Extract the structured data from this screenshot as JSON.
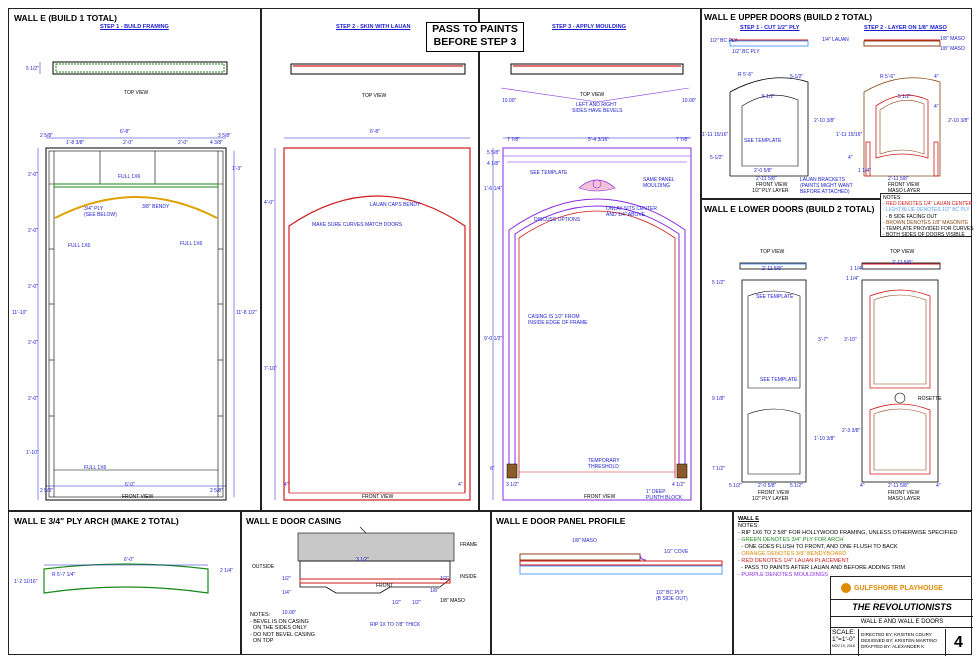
{
  "wall_e_build": {
    "title": "WALL E (BUILD 1 TOTAL)",
    "step1": "STEP 1 - BUILD FRAMING",
    "step2": "STEP 2 - SKIN WITH LAUAN",
    "step3": "STEP 3 - APPLY MOULDING",
    "callout": [
      "PASS TO PAINTS",
      "BEFORE STEP 3"
    ],
    "top_view": "TOP VIEW",
    "front_view": "FRONT VIEW",
    "dims": {
      "d_5_half": "5 1/2\"",
      "d_2_5_8": "2 5/8\"",
      "d_6_8": "6'-8\"",
      "d_3_5_8": "3 5/8\"",
      "d_1_8_3_8": "1'-8 3/8\"",
      "d_2_0": "2'-0\"",
      "d_4_3_8": "4 3/8\"",
      "d_1_3": "1'-3\"",
      "d_11_10": "11'-10\"",
      "d_11_8_half": "11'-8 1/2\"",
      "d_1_10": "1'-10\"",
      "d_6_0": "6'-0\"",
      "d_4": "4\"",
      "d_4_0": "4'-0\"",
      "d_7_10": "7'-10\"",
      "d_10_00": "10.00\"",
      "d_7_7_8": "7 7/8\"",
      "d_5_4_3_16": "5'-4 3/16\"",
      "d_5_5_8": "5 5/8\"",
      "d_4_1_8": "4 1/8\"",
      "d_1_6_1_4": "1'-6 1/4\"",
      "d_9_0_half": "9'-0 1/2\"",
      "d_6": "6\"",
      "d_3_half": "3 1/2\"",
      "d_4_half": "4 1/2\""
    },
    "notes": {
      "full_1x6": "FULL 1X6",
      "ply_3_4": "3/4\" PLY",
      "see_below": "(SEE BELOW)",
      "bendy": "3/8\" BENDY",
      "lauan_caps": "LAUAN CAPS BENDY",
      "make_sure": "MAKE SURE CURVES MATCH DOORS",
      "bevels": [
        "LEFT AND RIGHT",
        "SIDES HAVE BEVELS"
      ],
      "see_template": "SEE TEMPLATE",
      "same_panel": [
        "SAME PANEL",
        "MOULDING"
      ],
      "onlay": [
        "ONLAY SITS CENTER",
        "AND 1/4\" ABOVE"
      ],
      "discuss": "DISCUSS OPTIONS",
      "casing": [
        "CASING IS 1/2\" FROM",
        "INSIDE EDGE OF FRAME"
      ],
      "threshold": [
        "TEMPORARY",
        "THRESHOLD"
      ],
      "plinth": [
        "1\" DEEP",
        "PLINTH BLOCK"
      ]
    }
  },
  "upper_doors": {
    "title": "WALL E UPPER DOORS (BUILD 2 TOTAL)",
    "step1": "STEP 1 - CUT 1/2\" PLY",
    "step2": "STEP 2 - LAYER ON 1/8\" MASO",
    "labels": {
      "bc_ply": "1/2\" BC PLY",
      "lauan_14": "1/4\" LAUAN",
      "maso_18": "1/8\" MASO",
      "r_5_6": "R 5'-6\"",
      "d_5_half": "5 1/2\"",
      "d_5_1_2": "5-1/2\"",
      "d_4": "4\"",
      "d_11_11_15_16": "1'-11 15/16\"",
      "d_2_10_3_8": "2'-10 3/8\"",
      "d_2_0_5_8": "2'-0 5/8\"",
      "d_2_11_5_8": "2'-11 5/8\"",
      "d_1_1_4": "1 1/4\"",
      "see_template": "SEE TEMPLATE",
      "fv_ply": [
        "FRONT VIEW",
        "1/2\" PLY LAYER"
      ],
      "fv_maso": [
        "FRONT VIEW",
        "MASO LAYER"
      ],
      "brackets": [
        "LAUAN BRACKETS",
        "(PAINTS MIGHT WANT",
        "BEFORE ATTACHED)"
      ]
    }
  },
  "upper_notes": {
    "heading": "NOTES:",
    "items": [
      {
        "t": "- RED DENOTES 1/4\" LAUAN CENTER",
        "c": "red"
      },
      {
        "t": "- LIGHT BLUE DENOTES 1/2\" BC PLY",
        "c": "lblue"
      },
      {
        "t": "  - B SIDE FACING OUT",
        "c": "black"
      },
      {
        "t": "- BROWN DENOTES 1/8\" MASONITE",
        "c": "brown"
      },
      {
        "t": "- TEMPLATE PROVIDED FOR CURVES",
        "c": "black"
      },
      {
        "t": "- BOTH SIDES OF DOORS VISIBLE",
        "c": "black"
      }
    ]
  },
  "lower_doors": {
    "title": "WALL E LOWER DOORS (BUILD 2 TOTAL)",
    "top_view": "TOP VIEW",
    "labels": {
      "d_2_11_5_8": "2'-11 5/8\"",
      "d_1_1_4": "1 1/4\"",
      "d_5_1_2": "5 1/2\"",
      "d_3_7": "3'-7\"",
      "d_3_10": "3'-10\"",
      "d_9_1_8": "9 1/8\"",
      "d_1_10_3_8": "1'-10 3/8\"",
      "d_2_3_3_8": "2'-3 3/8\"",
      "d_7_1_2": "7 1/2\"",
      "d_5_half": "5 1/2\"",
      "d_2_0_5_8": "2'-0 5/8\"",
      "see_template": "SEE TEMPLATE",
      "rosette": "ROSETTE",
      "fv_ply": [
        "FRONT VIEW",
        "1/2\" PLY LAYER"
      ],
      "fv_maso": [
        "FRONT VIEW",
        "MASO LAYER"
      ]
    }
  },
  "arch": {
    "title": "WALL E 3/4\" PLY ARCH (MAKE 2 TOTAL)",
    "d_6_0": "6'-0\"",
    "radius": "R 5'-7 1/4\"",
    "d_1_2_11_16": "1'-2 11/16\"",
    "d_2_1_4": "2 1/4\""
  },
  "casing": {
    "title": "WALL E DOOR CASING",
    "frame": "FRAME",
    "outside": "OUTSIDE",
    "inside": "INSIDE",
    "front": "FRONT",
    "maso": "1/8\" MASO",
    "rip": "RIP 1X TO 7/8\" THICK",
    "d_3_1_2": "3 1/2\"",
    "d_1_2": "1/2\"",
    "d_1_4": "1/4\"",
    "d_1_8": "1/8\"",
    "d_10": "10.00\"",
    "notes": [
      "NOTES:",
      "- BEVEL IS ON CASING",
      "  ON THE SIDES ONLY",
      "- DO NOT BEVEL CASING",
      "  ON TOP"
    ]
  },
  "profile": {
    "title": "WALL E DOOR PANEL PROFILE",
    "maso": "1/8\" MASO",
    "cove": "1/2\" COVE",
    "ply": [
      "1/2\" BC PLY",
      "(B SIDE OUT)"
    ]
  },
  "general_notes": {
    "heading": "WALL E",
    "sub": "NOTES:",
    "items": [
      {
        "t": "- RIP 1X6 TO 2 5/8\" FOR HOLLYWOOD FRAMING, UNLESS OTHERWISE SPECIFIED",
        "c": "black"
      },
      {
        "t": "- GREEN DENOTES 3/4\" PLY FOR ARCH",
        "c": "green"
      },
      {
        "t": "  - ONE GOES FLUSH TO FRONT, AND ONE FLUSH TO BACK",
        "c": "black"
      },
      {
        "t": "- ORANGE DENOTES 3/8\" BENDYBOARD",
        "c": "orange"
      },
      {
        "t": "- RED DENOTES 1/4\" LAUAN PLACEMENT",
        "c": "red"
      },
      {
        "t": "  - PASS TO PAINTS AFTER LAUAN AND BEFORE ADDING TRIM",
        "c": "black"
      },
      {
        "t": "- PURPLE DENOTES MOULDINGS",
        "c": "purple"
      }
    ]
  },
  "title_block": {
    "brand": "GULFSHORE PLAYHOUSE",
    "show": "THE REVOLUTIONISTS",
    "sheet": "WALL E AND WALL E DOORS",
    "scale_label": "SCALE:",
    "scale": "1\"=1'-0\"",
    "date": "NOV 19, 2018",
    "directed": "DIRECTED BY: KRISTEN COURY",
    "designed": "DESIGNED BY: KRISTEN MARTINO",
    "drafted": "DRAFTED BY: ALEXANDER K",
    "sheet_no": "4"
  }
}
